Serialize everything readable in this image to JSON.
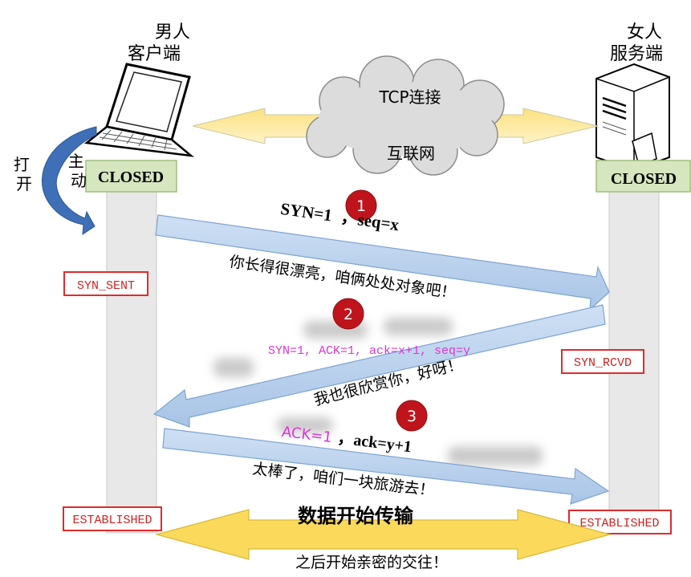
{
  "client": {
    "label_line1": "男人",
    "label_line2": "客户端",
    "state_initial": "CLOSED",
    "open_label": "主动打开"
  },
  "server": {
    "label_line1": "女人",
    "label_line2": "服务端",
    "state_initial": "CLOSED"
  },
  "network": {
    "tcp_label": "TCP连接",
    "internet_label": "互联网"
  },
  "steps": [
    {
      "number": "1",
      "packet_part1": "SYN=1",
      "packet_part2": "，seq=x",
      "caption": "你长得很漂亮，咱俩处处对象吧！"
    },
    {
      "number": "2",
      "packet": "SYN=1, ACK=1, ack=x+1, seq=y",
      "caption": "我也很欣赏你，好呀！"
    },
    {
      "number": "3",
      "packet_part1": "ACK=1",
      "packet_part2": "，ack=y+1",
      "caption": "太棒了，咱们一块旅游去！"
    }
  ],
  "states": {
    "syn_sent": "SYN_SENT",
    "syn_rcvd": "SYN_RCVD",
    "client_established": "ESTABLISHED",
    "server_established": "ESTABLISHED"
  },
  "transfer": {
    "title": "数据开始传输",
    "subtitle": "之后开始亲密的交往！"
  },
  "colors": {
    "lifeline": "#e8e8e8",
    "state_box": "#d6e6bf",
    "state_box_border": "#9fbf7f",
    "arrow_blue": "#b8d1ee",
    "arrow_blue_border": "#7ea4cf",
    "arrow_yellow": "#fbe49a",
    "arrow_yellow_light": "#fdf0c4",
    "step_badge": "#c0141c",
    "state_label_border": "#e02b2b",
    "magenta": "#d936d9",
    "curved_arrow": "#3e6fb7"
  }
}
